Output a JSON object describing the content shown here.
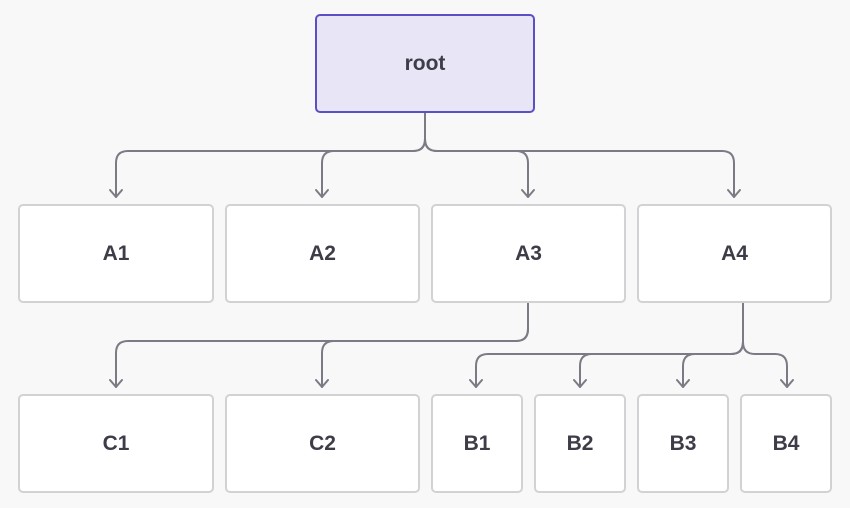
{
  "colors": {
    "background": "#f8f8f8",
    "node_fill": "#ffffff",
    "node_border": "#d2d2d4",
    "root_fill": "#e8e6f6",
    "root_border": "#5a4fc4",
    "edge": "#7b7b86",
    "text": "#3d3d48"
  },
  "tree": {
    "root": {
      "label": "root"
    },
    "level1": [
      {
        "id": "a1",
        "label": "A1"
      },
      {
        "id": "a2",
        "label": "A2"
      },
      {
        "id": "a3",
        "label": "A3"
      },
      {
        "id": "a4",
        "label": "A4"
      }
    ],
    "level2": [
      {
        "id": "c1",
        "label": "C1",
        "parent": "a3"
      },
      {
        "id": "c2",
        "label": "C2",
        "parent": "a3"
      },
      {
        "id": "b1",
        "label": "B1",
        "parent": "a4"
      },
      {
        "id": "b2",
        "label": "B2",
        "parent": "a4"
      },
      {
        "id": "b3",
        "label": "B3",
        "parent": "a4"
      },
      {
        "id": "b4",
        "label": "B4",
        "parent": "a4"
      }
    ]
  }
}
